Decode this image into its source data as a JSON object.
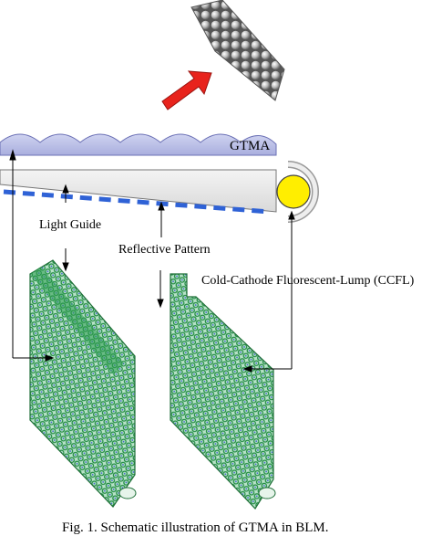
{
  "labels": {
    "gtma": "GTMA",
    "light_guide": "Light Guide",
    "reflective_pattern": "Reflective Pattern",
    "ccfl": "Cold-Cathode Fluorescent-Lump (CCFL)",
    "caption": "Fig. 1. Schematic illustration of GTMA in BLM."
  },
  "colors": {
    "gtma_fill": "#bfc3e8",
    "dome_fill": "#c7cbea",
    "light_guide_fill": "#eaeaea",
    "reflective_dash": "#2f62d6",
    "ccfl_yellow": "#ffee00",
    "arrow_red": "#e8231c",
    "panel_green": "#2a9a4e",
    "panel_pale": "#b7e2c7"
  }
}
